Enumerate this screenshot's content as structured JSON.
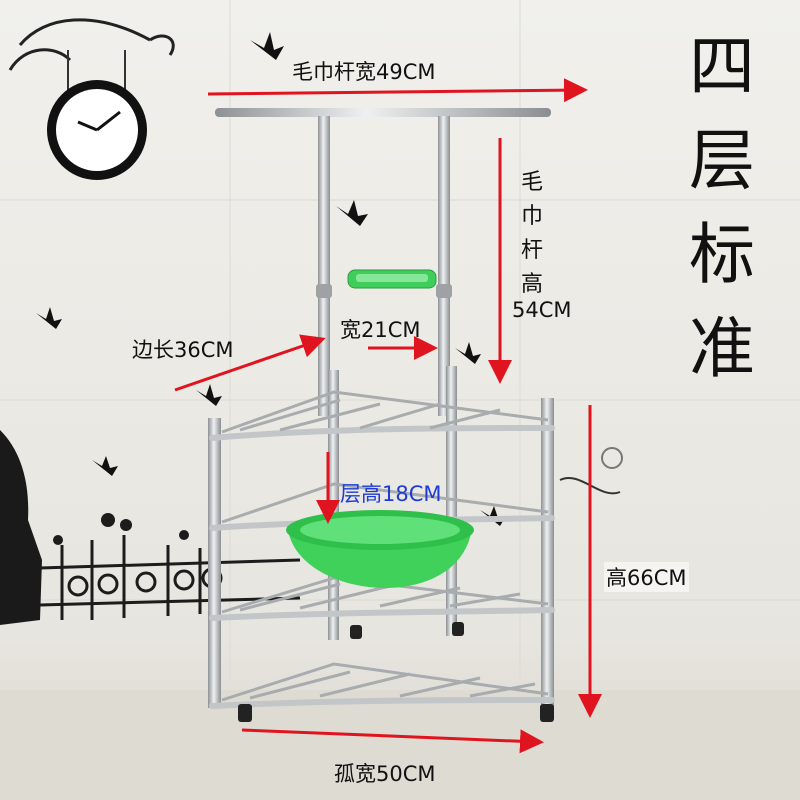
{
  "title_chars": [
    "四",
    "层",
    "标",
    "准"
  ],
  "labels": {
    "towel_bar_width": "毛巾杆宽49CM",
    "towel_bar_height_chars": [
      "毛",
      "巾",
      "杆",
      "高"
    ],
    "towel_bar_height_value": "54CM",
    "side_length": "边长36CM",
    "width": "宽21CM",
    "layer_height": "层高18CM",
    "total_height": "高66CM",
    "arc_width": "孤宽50CM"
  },
  "colors": {
    "arrow": "#e0141e",
    "steel": "#b9bcbe",
    "basin": "#39d35a",
    "wall": "#ecebe6"
  }
}
